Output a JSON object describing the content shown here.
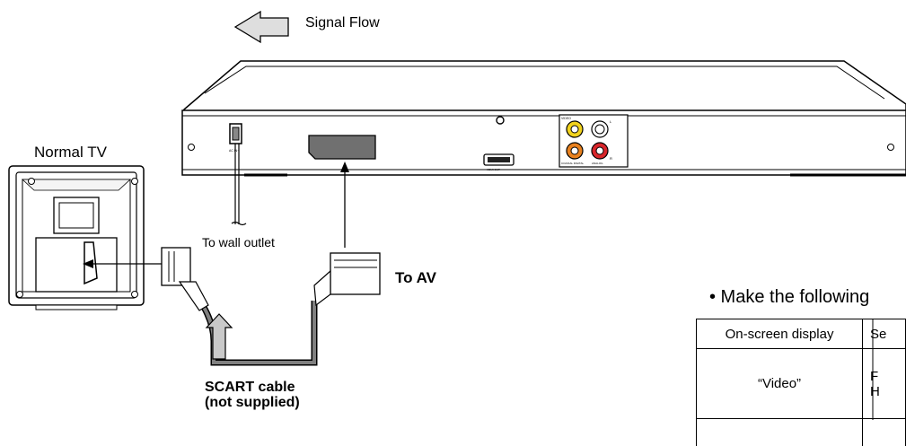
{
  "signal_flow": {
    "label": "Signal Flow"
  },
  "tv": {
    "label": "Normal TV"
  },
  "player": {
    "port_labels": {
      "ac_in": "AC IN~",
      "hdmi_out": "HDMI OUT",
      "video": "VIDEO",
      "coaxial": "COAXIAL DIGITAL",
      "analog": "ANALOG",
      "left": "L",
      "right": "R"
    }
  },
  "wall_outlet": {
    "label": "To wall outlet"
  },
  "av": {
    "label": "To AV"
  },
  "cable": {
    "line1": "SCART cable",
    "line2": "(not supplied)"
  },
  "instruction": {
    "text": "• Make the following"
  },
  "table": {
    "header": {
      "col1": "On-screen display",
      "col2": "Se"
    },
    "row1": {
      "col1": "“Video”",
      "col2_line1": "F",
      "col2_line2": "H"
    }
  },
  "colors": {
    "yellow_jack": "#f1d21c",
    "orange_jack": "#e8811f",
    "red_jack": "#d8262b",
    "gray_arrow": "#c9c9c9",
    "cable": "#808080"
  }
}
